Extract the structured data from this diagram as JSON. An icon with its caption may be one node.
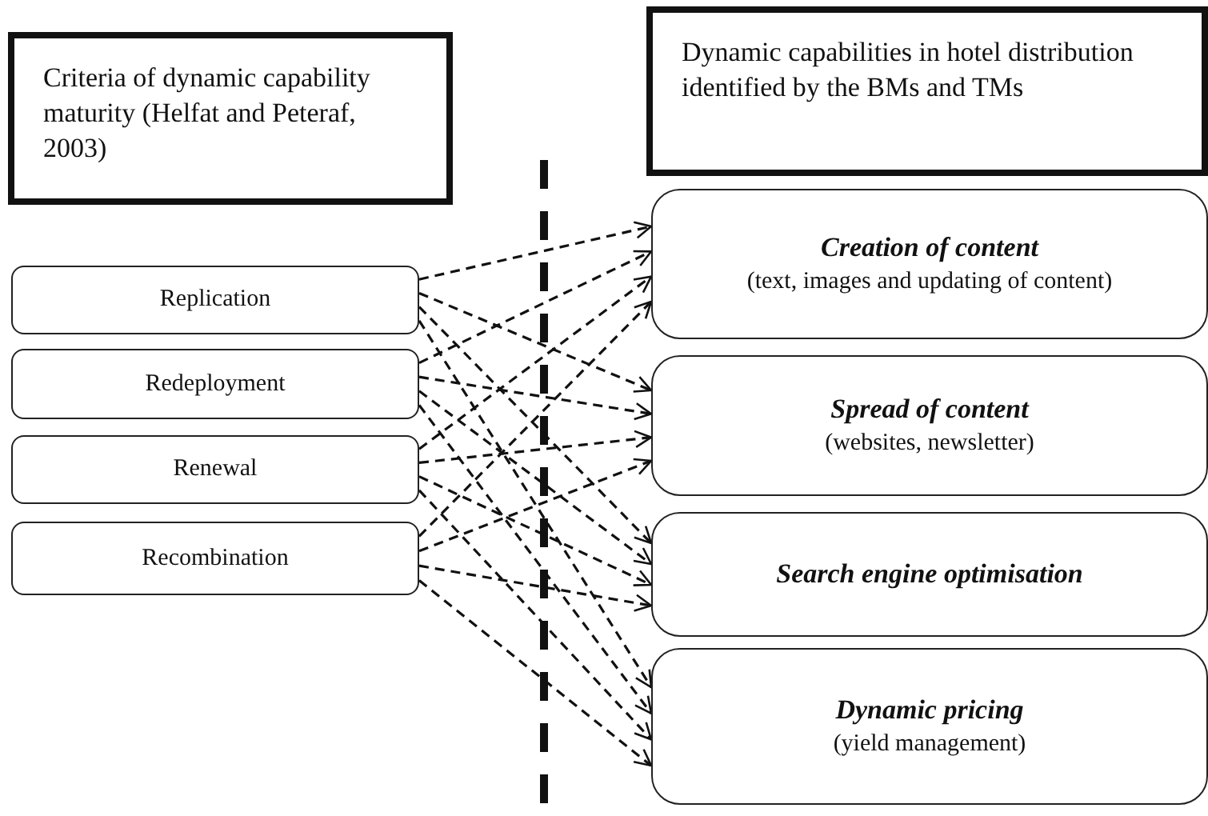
{
  "diagram": {
    "nodes": [
      {
        "text": [
          "Criteria of dynamic capability maturity (Helfat and Peteraf, 2003)"
        ]
      },
      {
        "text": [
          "Dynamic capabilities in hotel distribution identified by the BMs and TMs"
        ]
      },
      {
        "text": [
          "Replication"
        ]
      },
      {
        "text": [
          "Redeployment"
        ]
      },
      {
        "text": [
          "Renewal"
        ]
      },
      {
        "text": [
          "Recombination"
        ]
      },
      {
        "text": [
          "Creation of content",
          "(text, images and updating of content)"
        ]
      },
      {
        "text": [
          "Spread of content",
          "(websites, newsletter)"
        ]
      },
      {
        "text": [
          "Search engine optimisation"
        ]
      },
      {
        "text": [
          "Dynamic pricing",
          "(yield management)"
        ]
      }
    ],
    "edges": [
      {
        "from": 2,
        "to": 6,
        "arrow": "to",
        "style": "dashed"
      },
      {
        "from": 2,
        "to": 7,
        "arrow": "to",
        "style": "dashed"
      },
      {
        "from": 2,
        "to": 8,
        "arrow": "to",
        "style": "dashed"
      },
      {
        "from": 2,
        "to": 9,
        "arrow": "to",
        "style": "dashed"
      },
      {
        "from": 3,
        "to": 6,
        "arrow": "to",
        "style": "dashed"
      },
      {
        "from": 3,
        "to": 7,
        "arrow": "to",
        "style": "dashed"
      },
      {
        "from": 3,
        "to": 8,
        "arrow": "to",
        "style": "dashed"
      },
      {
        "from": 3,
        "to": 9,
        "arrow": "to",
        "style": "dashed"
      },
      {
        "from": 4,
        "to": 6,
        "arrow": "to",
        "style": "dashed"
      },
      {
        "from": 4,
        "to": 7,
        "arrow": "to",
        "style": "dashed"
      },
      {
        "from": 4,
        "to": 8,
        "arrow": "to",
        "style": "dashed"
      },
      {
        "from": 4,
        "to": 9,
        "arrow": "to",
        "style": "dashed"
      },
      {
        "from": 5,
        "to": 6,
        "arrow": "to",
        "style": "dashed"
      },
      {
        "from": 5,
        "to": 7,
        "arrow": "to",
        "style": "dashed"
      },
      {
        "from": 5,
        "to": 8,
        "arrow": "to",
        "style": "dashed"
      },
      {
        "from": 5,
        "to": 9,
        "arrow": "to",
        "style": "dashed"
      }
    ]
  }
}
